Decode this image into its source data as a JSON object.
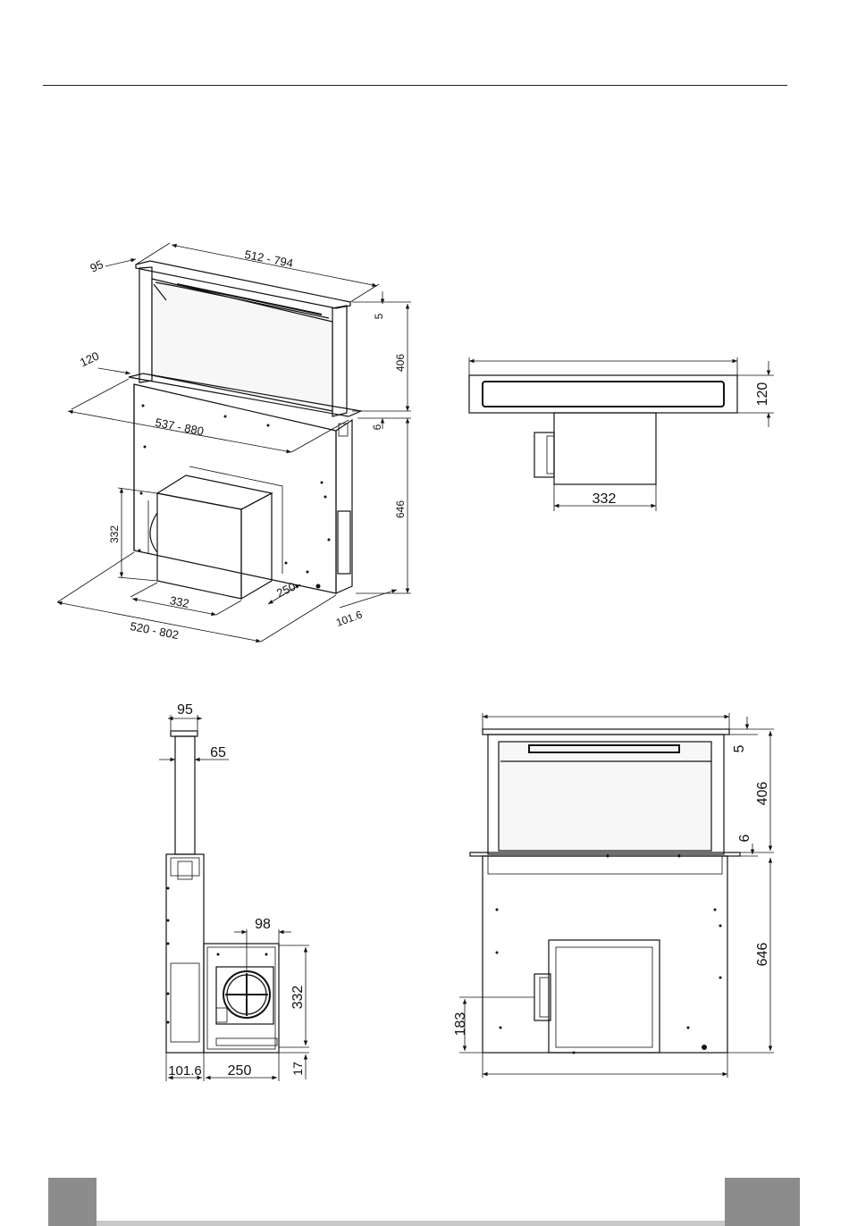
{
  "iso_view": {
    "dim_width_top": "512 - 794",
    "dim_depth_top": "95",
    "dim_depth_side": "120",
    "dim_width_cabinet": "537 - 880",
    "dim_gap_top": "5",
    "dim_height_upper": "406",
    "dim_gap_mid": "6",
    "dim_height_lower": "646",
    "dim_motor_height": "332",
    "dim_motor_width": "332",
    "dim_motor_depth": "250",
    "dim_bottom_depth": "101.6",
    "dim_width_bottom": "520 - 802"
  },
  "top_view": {
    "dim_height": "120",
    "dim_motor_width": "332"
  },
  "side_view": {
    "dim_top": "95",
    "dim_chimney": "65",
    "dim_outlet": "98",
    "dim_motor_height": "332",
    "dim_depth_front": "101.6",
    "dim_motor_depth": "250",
    "dim_bottom": "17"
  },
  "front_view": {
    "dim_gap_top": "5",
    "dim_height_upper": "406",
    "dim_gap_mid": "6",
    "dim_height_lower": "646",
    "dim_outlet_height": "183"
  },
  "colors": {
    "line": "#111111",
    "footer_block": "#8c8c8c",
    "footer_line": "#c8c8c8"
  }
}
